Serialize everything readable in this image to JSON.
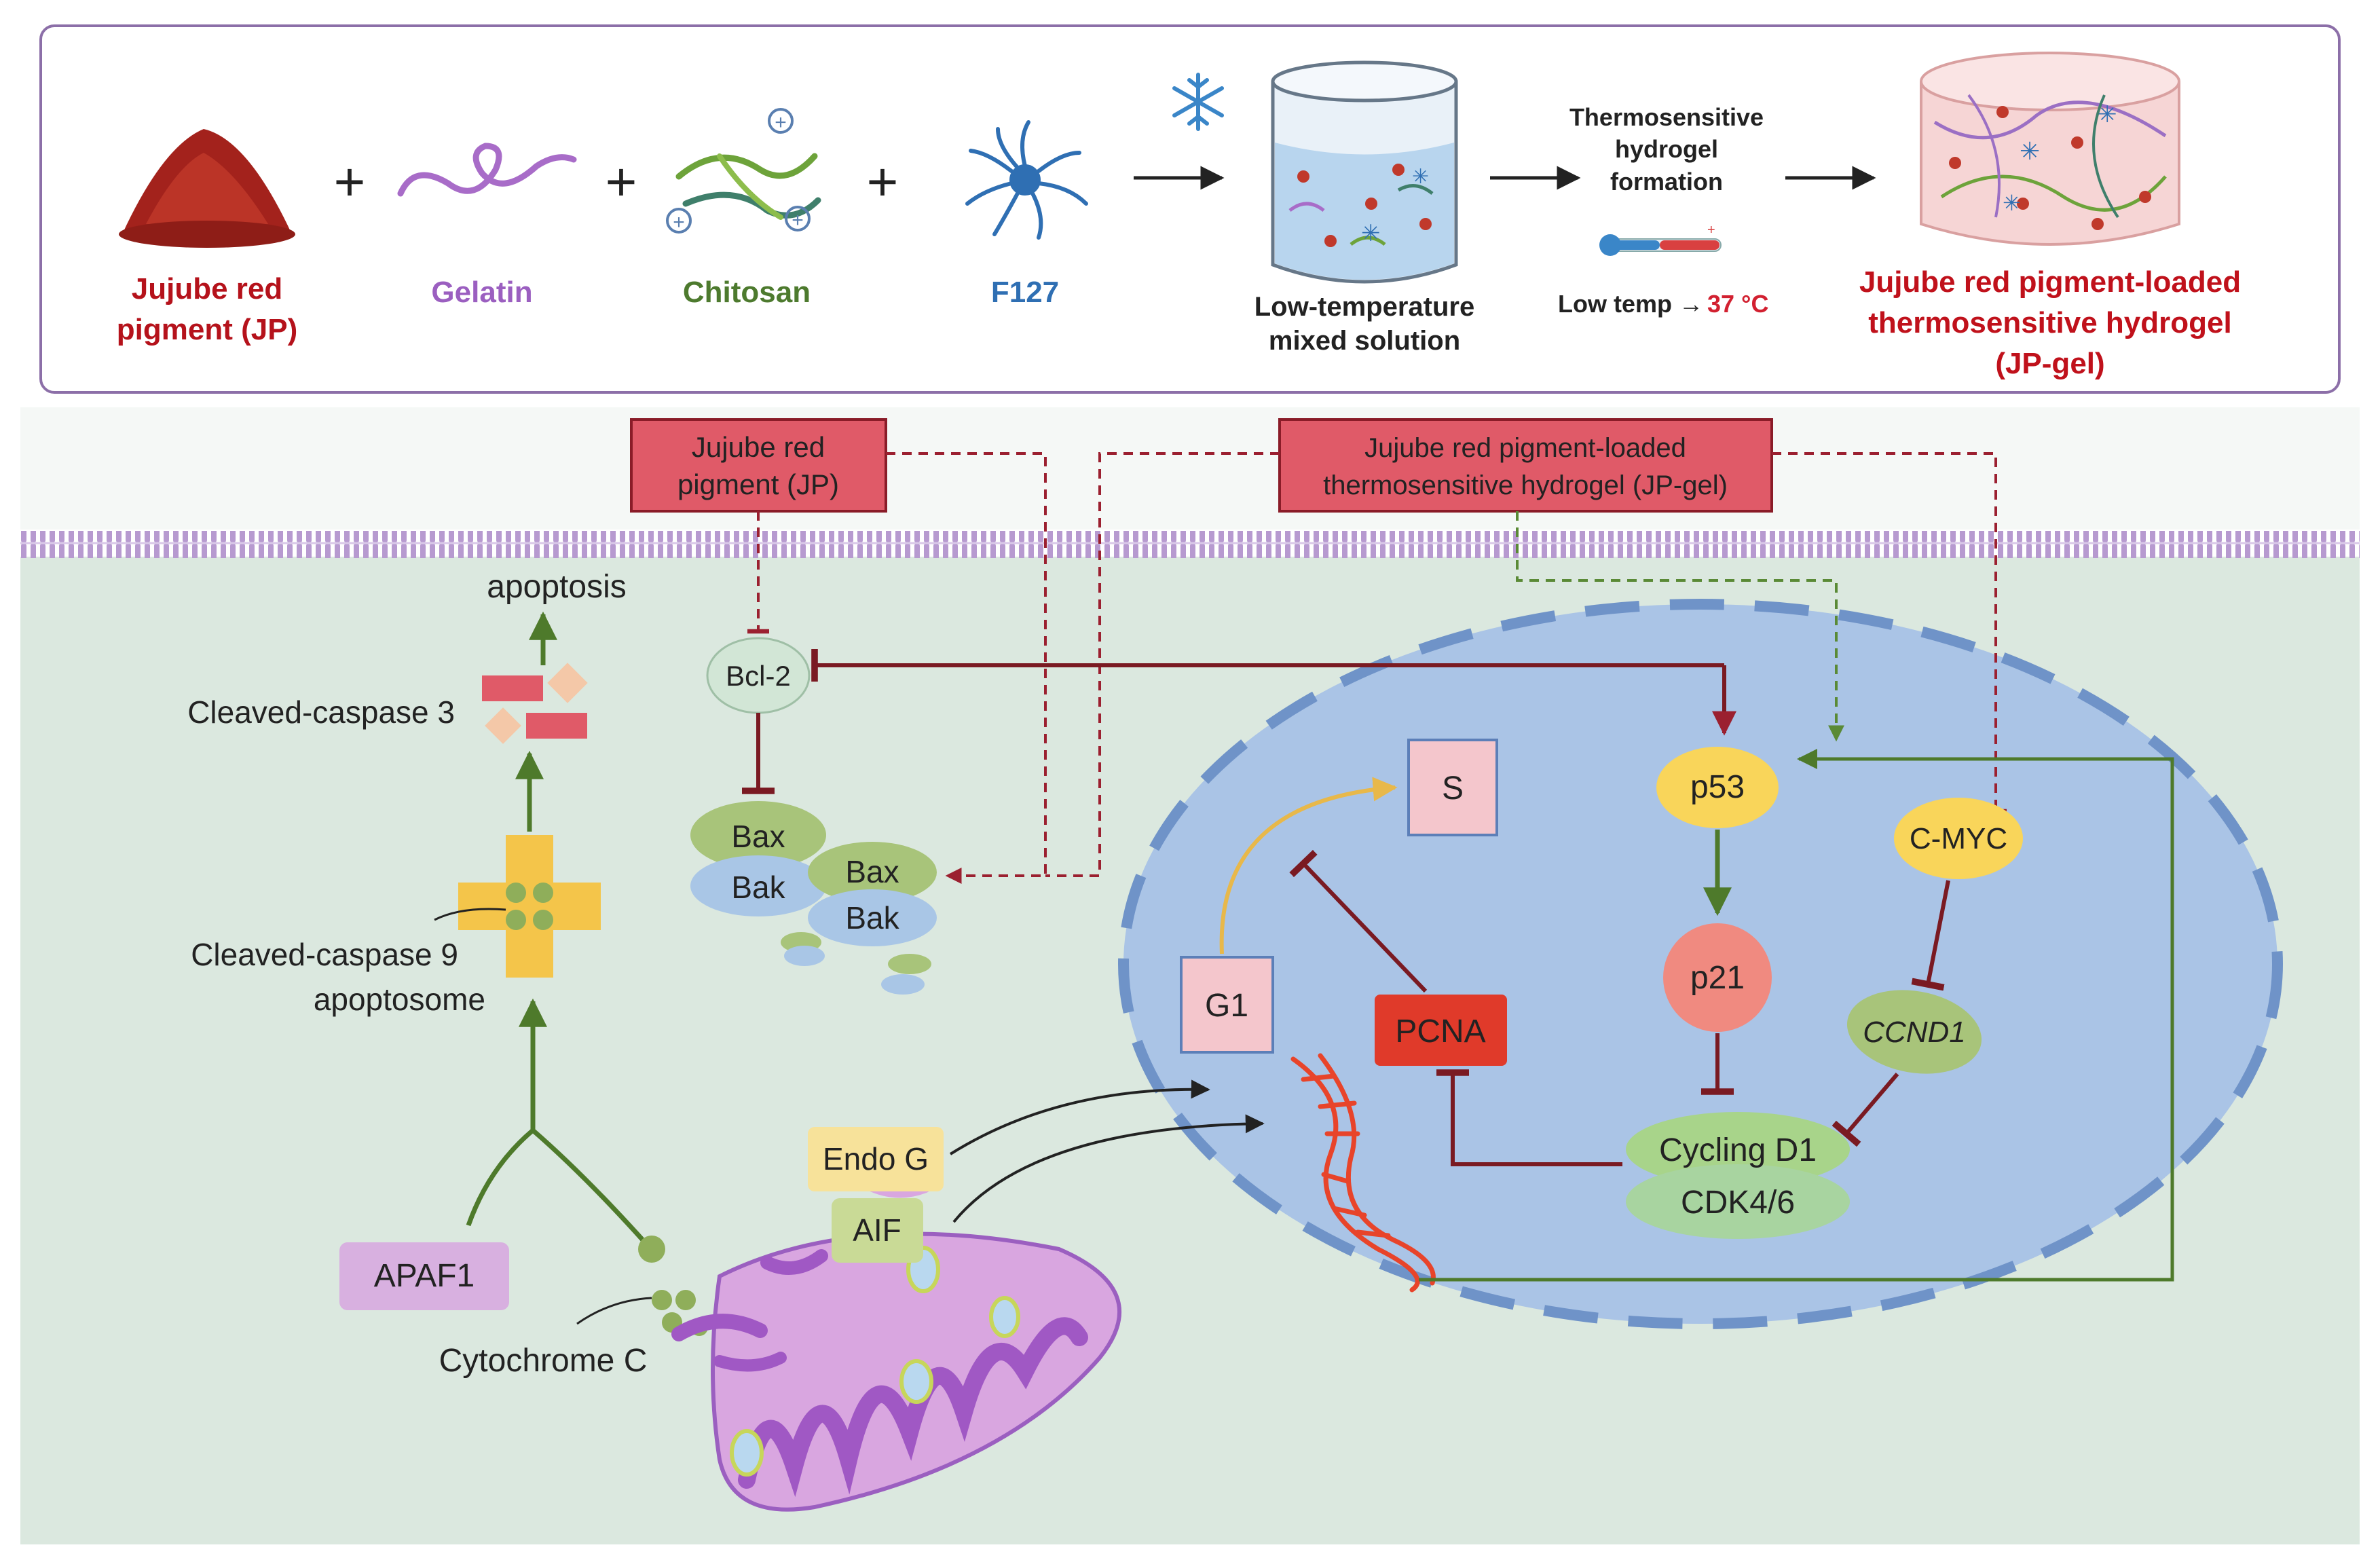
{
  "colors": {
    "red": "#b5121b",
    "purple_text": "#9b5fc0",
    "green_text": "#4d7a2e",
    "blue_text": "#2f6fb3",
    "membrane": "#b79ad0",
    "cytoplasm": "#dbe8df",
    "nucleus": "#aac4e6",
    "nucleus_border": "#6f93c8",
    "arrow_green": "#4e7a2b",
    "inhibit_red": "#7a1a22",
    "dashed_red": "#9b2030"
  },
  "top_panel": {
    "jp_label_1": "Jujube red",
    "jp_label_2": "pigment (JP)",
    "gelatin_label": "Gelatin",
    "chitosan_label": "Chitosan",
    "f127_label": "F127",
    "plus_1": "+",
    "plus_2": "+",
    "plus_3": "+",
    "snowflake_icon": "snowflake-icon",
    "mixed_label_1": "Low-temperature",
    "mixed_label_2": "mixed solution",
    "formation_1": "Thermosensitive",
    "formation_2": "hydrogel",
    "formation_3": "formation",
    "temp_low": "Low temp →",
    "temp_high": "37 °C",
    "gel_label_1": "Jujube red pigment-loaded",
    "gel_label_2": "thermosensitive hydrogel",
    "gel_label_3": "(JP-gel)"
  },
  "boxes": {
    "jp_1": "Jujube red",
    "jp_2": "pigment (JP)",
    "gel_1": "Jujube red pigment-loaded",
    "gel_2": "thermosensitive hydrogel (JP-gel)"
  },
  "cytoplasm": {
    "apoptosis": "apoptosis",
    "cleaved_caspase_3": "Cleaved-caspase 3",
    "cleaved_caspase_9": "Cleaved-caspase 9",
    "apoptosome": "apoptosome",
    "apaf1": "APAF1",
    "cytochrome_c": "Cytochrome C",
    "bcl2": "Bcl-2",
    "bax_1": "Bax",
    "bak_1": "Bak",
    "bax_2": "Bax",
    "bak_2": "Bak",
    "endo_g": "Endo G",
    "aif": "AIF"
  },
  "nucleus": {
    "s": "S",
    "g1": "G1",
    "p53": "p53",
    "c_myc": "C-MYC",
    "p21": "p21",
    "ccnd1": "CCND1",
    "pcna": "PCNA",
    "cycling_d1": "Cycling D1",
    "cdk46": "CDK4/6"
  }
}
